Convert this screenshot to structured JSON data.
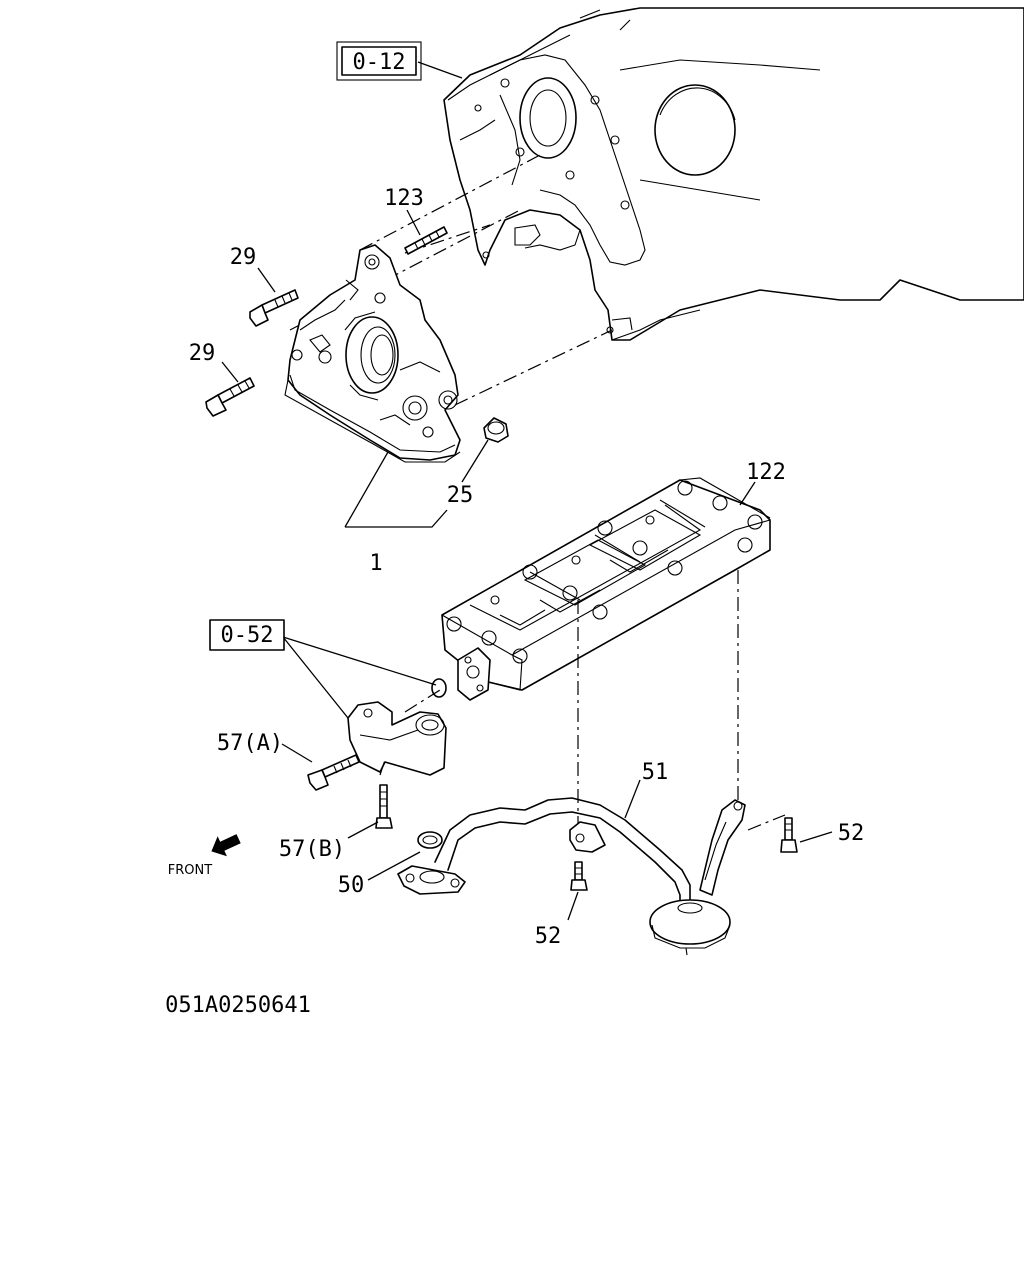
{
  "refs": {
    "block_ref": "0-12",
    "pipe_ref": "0-52"
  },
  "labels": {
    "p123": "123",
    "p29a": "29",
    "p29b": "29",
    "p25": "25",
    "p1": "1",
    "p122": "122",
    "p57a": "57(A)",
    "p57b": "57(B)",
    "p51": "51",
    "p52a": "52",
    "p52b": "52",
    "p50": "50",
    "front": "FRONT"
  },
  "diagram_code": "051A0250641",
  "icons": {
    "front_arrow": "front-arrow-icon"
  }
}
